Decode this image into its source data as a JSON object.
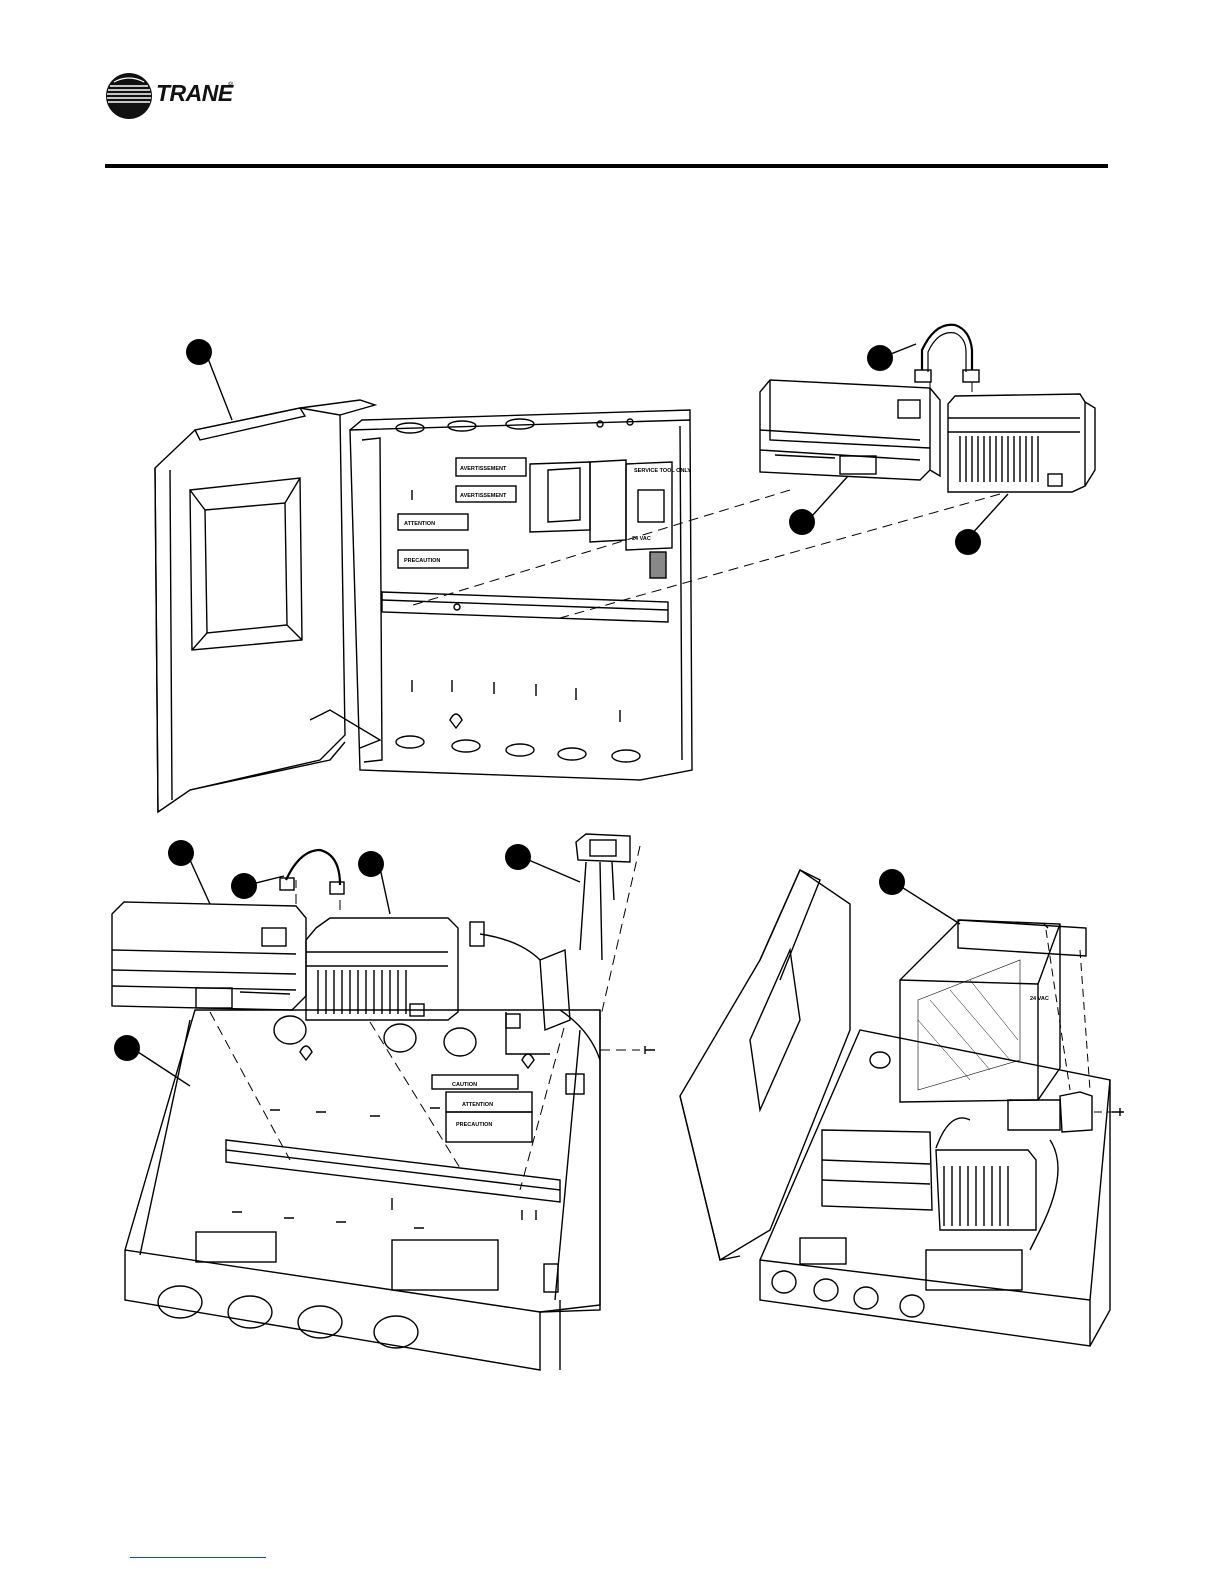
{
  "header": {
    "brand": "TRANE",
    "registered": "®"
  },
  "labels": {
    "attention": "ATTENTION",
    "precaution": "PRECAUTION",
    "caution": "CAUTION",
    "avertissement": "AVERTISSEMENT",
    "service_tool": "SERVICE TOOL ONLY",
    "voltage": "24 VAC"
  }
}
